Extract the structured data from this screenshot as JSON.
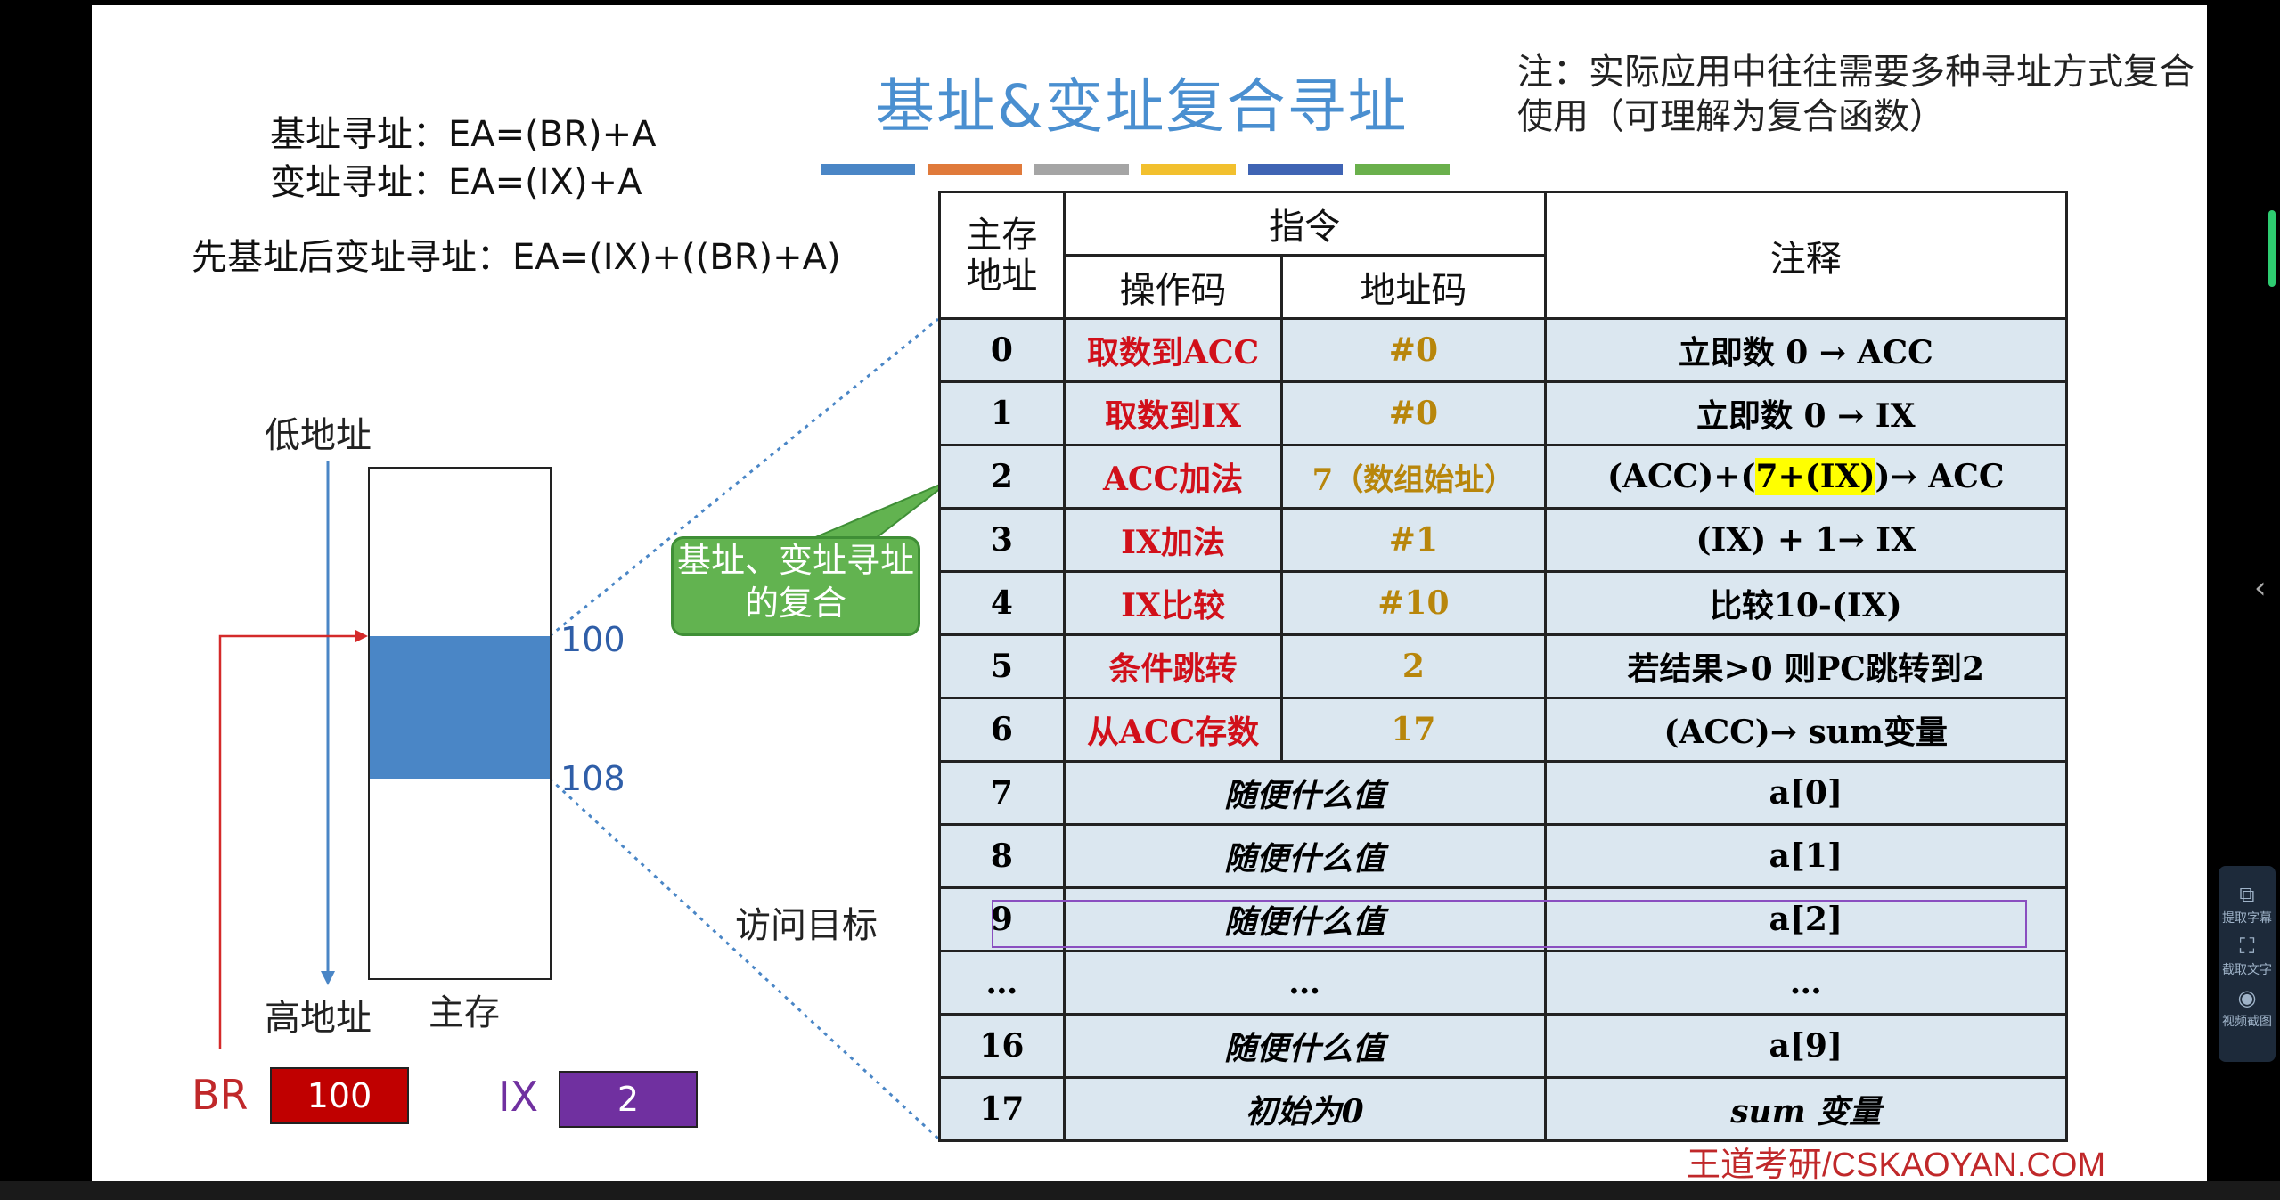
{
  "slide": {
    "title": "基址&变址复合寻址",
    "title_bar_colors": [
      "#4a86c6",
      "#e07a3b",
      "#a5a5a5",
      "#f2c02e",
      "#3f64b4",
      "#6ab04c"
    ],
    "formulas": {
      "base": "基址寻址：EA=(BR)+A",
      "index": "变址寻址：EA=(IX)+A",
      "combined": "先基址后变址寻址：EA=(IX)+((BR)+A)"
    },
    "note": "注：实际应用中往往需要多种寻址方式复合使用（可理解为复合函数）",
    "brand": "王道考研/CSKAOYAN.COM"
  },
  "diagram": {
    "low_addr_label": "低地址",
    "high_addr_label": "高地址",
    "memory_label": "主存",
    "addr_100": "100",
    "addr_108": "108",
    "callout": "基址、变址寻址的复合",
    "access_target": "访问目标",
    "registers": {
      "br_label": "BR",
      "br_value": "100",
      "ix_label": "IX",
      "ix_value": "2"
    }
  },
  "table": {
    "header": {
      "addr": "主存地址",
      "instruction": "指令",
      "opcode": "操作码",
      "operand": "地址码",
      "comment": "注释"
    },
    "rows": [
      {
        "addr": "0",
        "op": "取数到ACC",
        "operand": "#0",
        "comment": "立即数 0 → ACC"
      },
      {
        "addr": "1",
        "op": "取数到IX",
        "operand": "#0",
        "comment": "立即数 0 → IX"
      },
      {
        "addr": "2",
        "op": "ACC加法",
        "operand": "7（数组始址）",
        "comment_pre": "(ACC)+(",
        "comment_hl": "7+(IX)",
        "comment_post": ")→ ACC"
      },
      {
        "addr": "3",
        "op": "IX加法",
        "operand": "#1",
        "comment": "(IX) + 1→ IX"
      },
      {
        "addr": "4",
        "op": "IX比较",
        "operand": "#10",
        "comment": "比较10-(IX)"
      },
      {
        "addr": "5",
        "op": "条件跳转",
        "operand": "2",
        "comment": "若结果>0 则PC跳转到2"
      },
      {
        "addr": "6",
        "op": "从ACC存数",
        "operand": "17",
        "comment": "(ACC)→ sum变量"
      },
      {
        "addr": "7",
        "merged": "随便什么值",
        "comment": "a[0]"
      },
      {
        "addr": "8",
        "merged": "随便什么值",
        "comment": "a[1]"
      },
      {
        "addr": "9",
        "merged": "随便什么值",
        "comment": "a[2]"
      },
      {
        "addr": "…",
        "merged": "…",
        "comment": "…"
      },
      {
        "addr": "16",
        "merged": "随便什么值",
        "comment": "a[9]"
      },
      {
        "addr": "17",
        "merged": "初始为0",
        "comment": "sum 变量"
      }
    ]
  },
  "sidebar_tools": [
    "提取字幕",
    "截取文字",
    "视频截图"
  ]
}
